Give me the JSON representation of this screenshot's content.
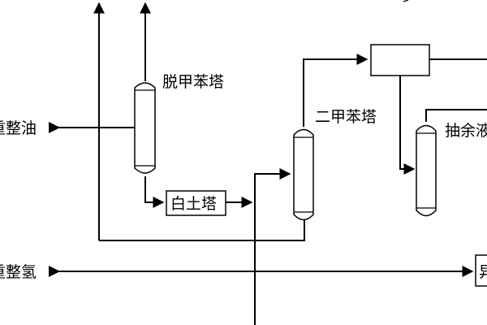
{
  "labels": {
    "dephenylation_tower": "脱甲苯塔",
    "clay_tower": "白土塔",
    "xylene_tower": "二甲苯塔",
    "extraction_tower": "抽余液",
    "heavy_reformate_oil": "重整油",
    "heavy_reformate_hydrogen": "重整氢",
    "right_box_char": "异"
  },
  "colors": {
    "stroke": "#000000",
    "background": "#ffffff",
    "vessel_fill": "#ffffff"
  }
}
